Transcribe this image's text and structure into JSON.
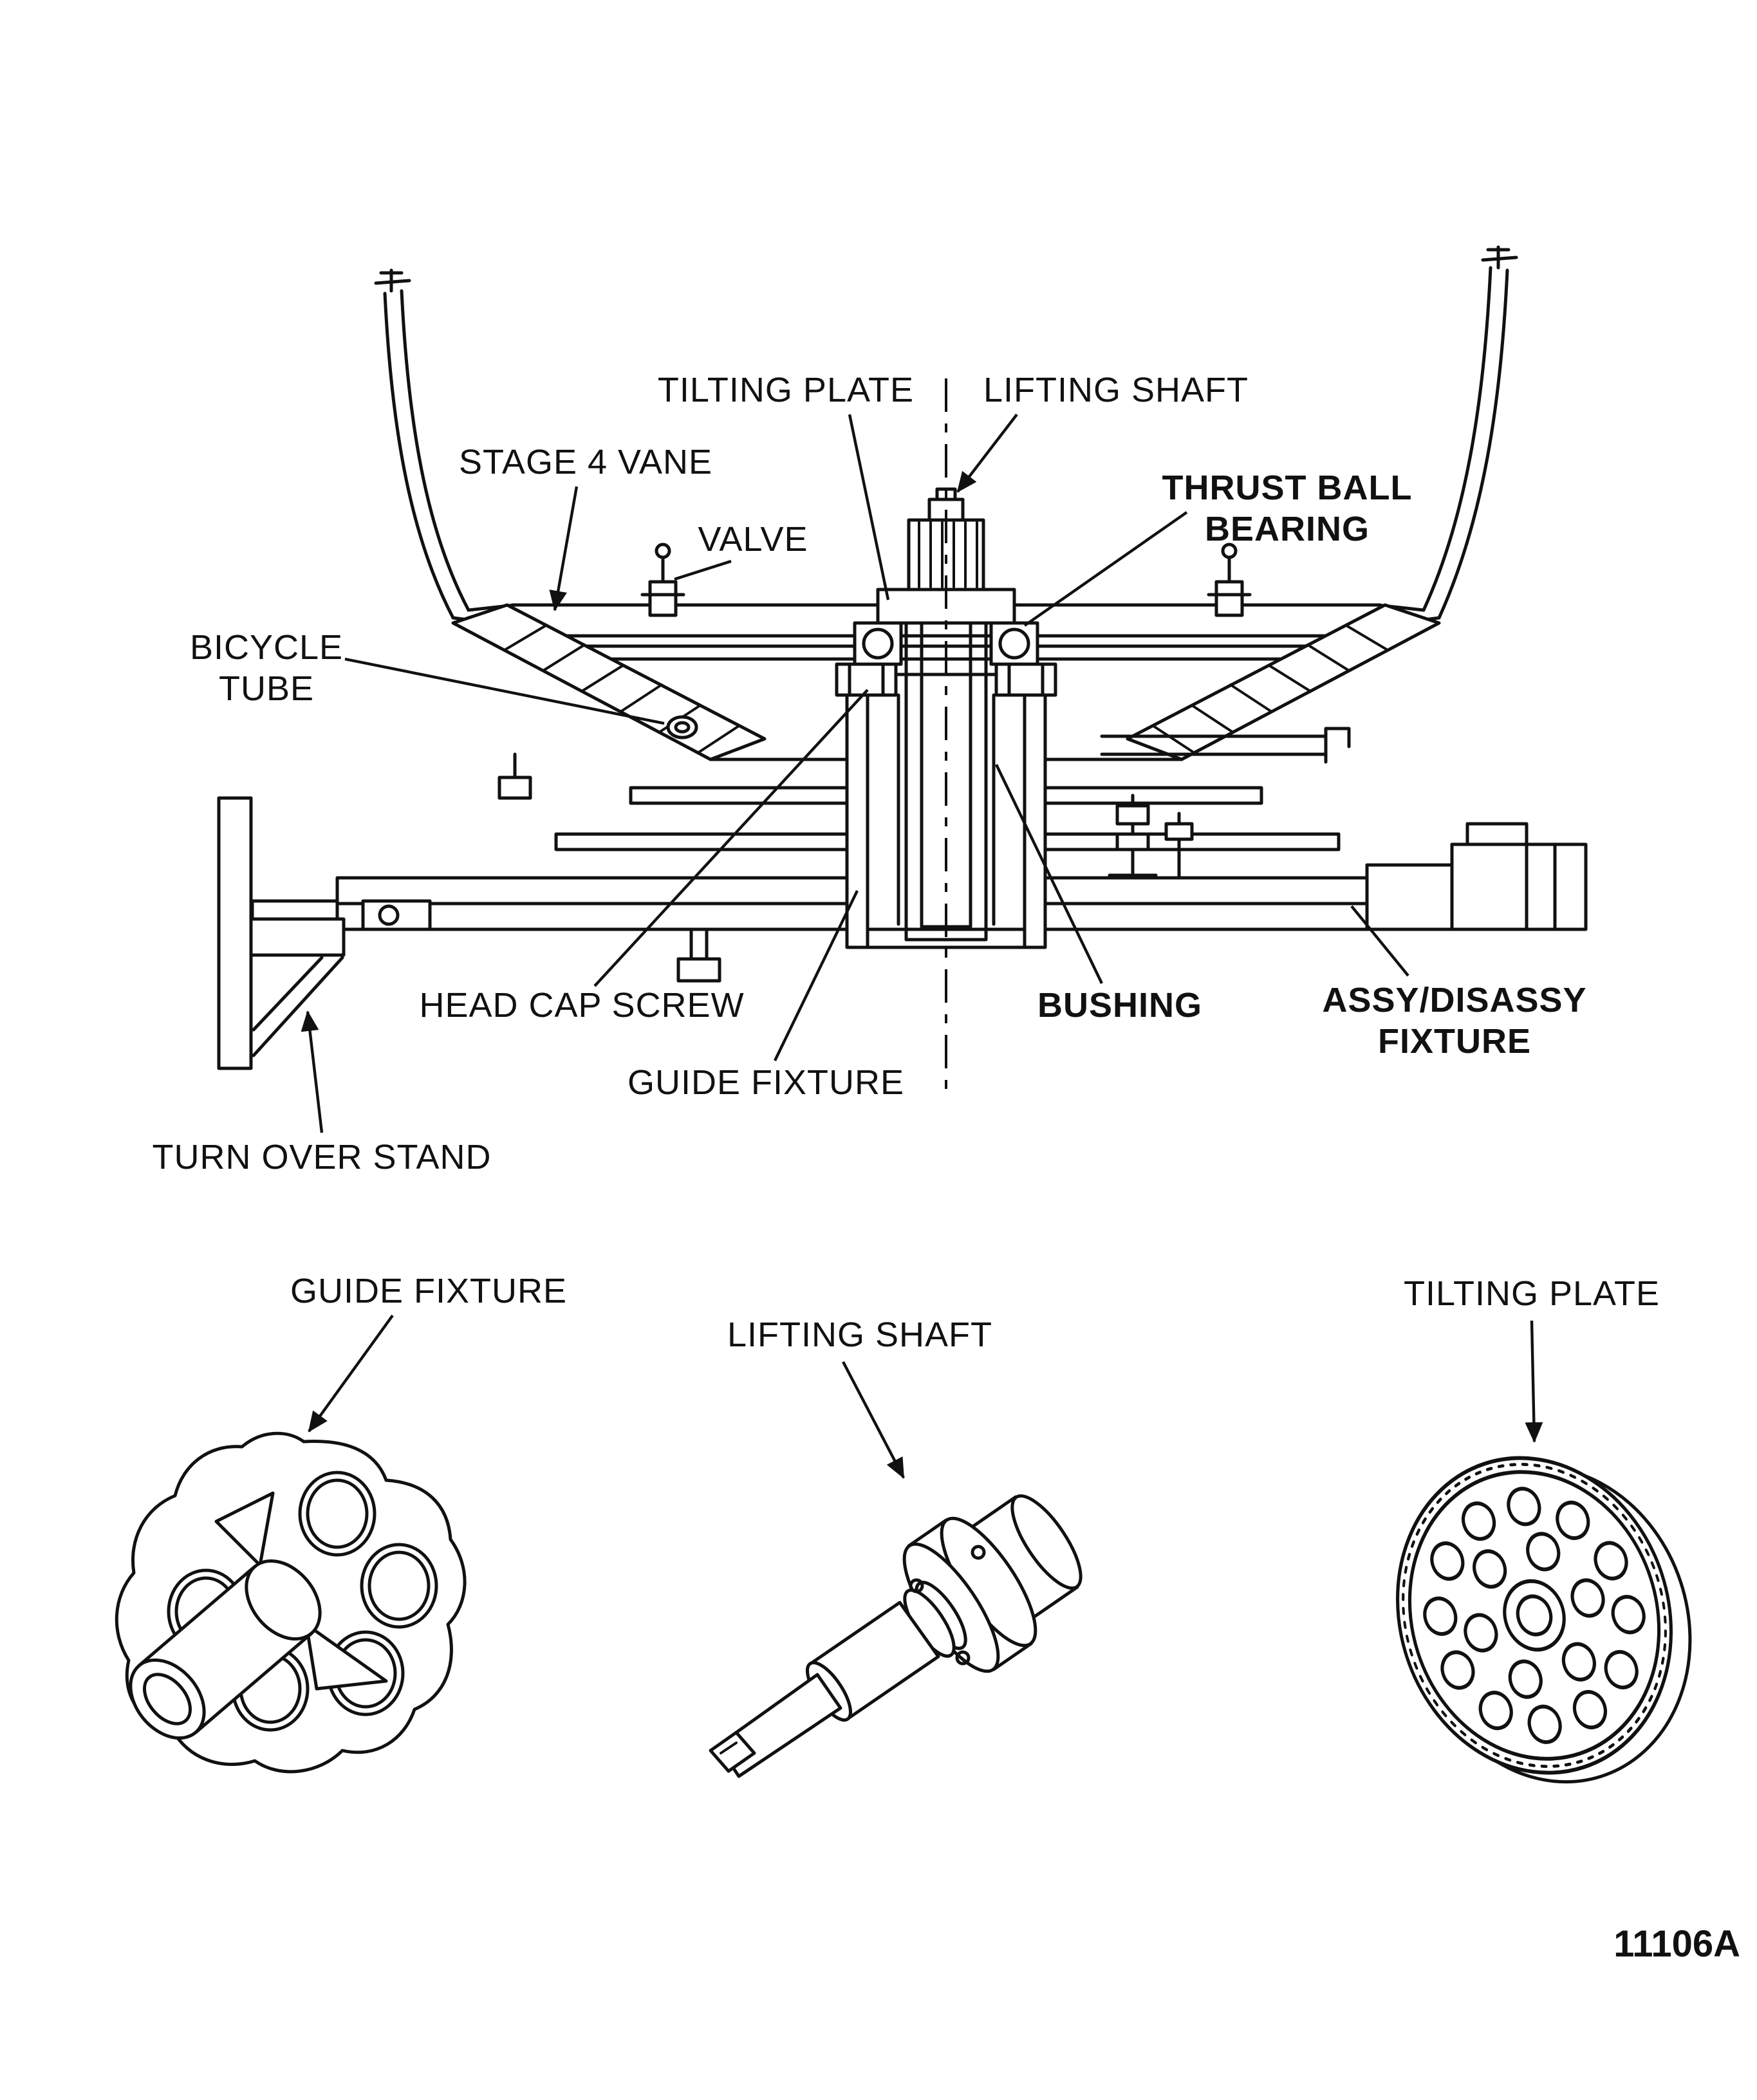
{
  "figure": {
    "number": "11106A",
    "background_color": "#ffffff",
    "line_color": "#111111",
    "description": "Engine case cross-section on turn over stand with assembly fixtures"
  },
  "labels": {
    "tilting_plate": "TILTING PLATE",
    "lifting_shaft": "LIFTING SHAFT",
    "stage_4_vane": "STAGE 4 VANE",
    "valve": "VALVE",
    "thrust_ball_bearing_line1": "THRUST BALL",
    "thrust_ball_bearing_line2": "BEARING",
    "bicycle_tube_line1": "BICYCLE",
    "bicycle_tube_line2": "TUBE",
    "head_cap_screw": "HEAD CAP SCREW",
    "bushing": "BUSHING",
    "assy_disassy_line1": "ASSY/DISASSY",
    "assy_disassy_line2": "FIXTURE",
    "guide_fixture": "GUIDE FIXTURE",
    "turn_over_stand": "TURN OVER STAND",
    "guide_fixture_part": "GUIDE FIXTURE",
    "lifting_shaft_part": "LIFTING SHAFT",
    "tilting_plate_part": "TILTING PLATE"
  }
}
